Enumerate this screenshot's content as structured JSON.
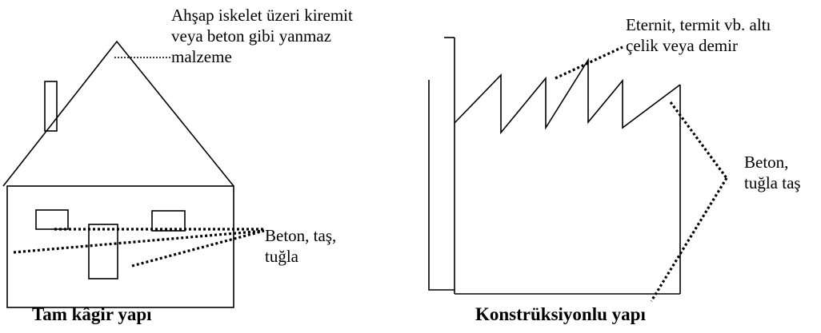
{
  "left_figure": {
    "roof_label_lines": [
      "Ahşap iskelet üzeri kiremit",
      "veya beton gibi yanmaz",
      "malzeme"
    ],
    "wall_label_lines": [
      "Beton, taş,",
      "tuğla"
    ],
    "caption": "Tam kâgir yapı"
  },
  "right_figure": {
    "roof_label_lines": [
      "Eternit, termit vb. altı",
      "çelik veya demir"
    ],
    "wall_label_lines": [
      "Beton,",
      "tuğla taş"
    ],
    "caption": "Konstrüksiyonlu yapı"
  },
  "colors": {
    "ink": "#000000",
    "background": "#ffffff"
  }
}
